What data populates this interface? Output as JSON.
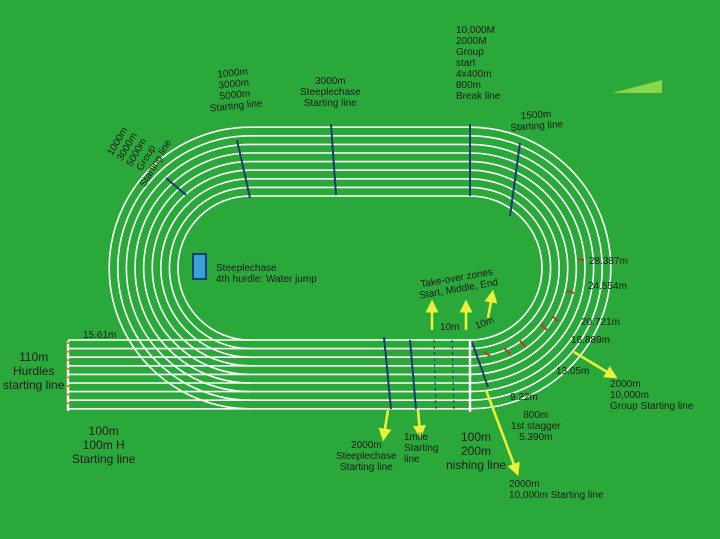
{
  "labels": {
    "group_start_left": "1000m\n3000m\n5000m\nGroup\nStarting line",
    "start_1000_3000_5000": "1000m\n3000m\n5000m\nStarting line",
    "steeple_3000_start": "3000m\nSteeplechase\nStarting line",
    "start_10000_2000": "10,000M\n2000M\nGroup\nstart\n4x400m\n800m\nBreak line",
    "start_1500": "1500m\nStarting line",
    "water_jump": "Steeplechase\n4th hurdle: Water jump",
    "takeover_zones": "Take-over zones\nStart, Middle, End",
    "zone_10m_a": "10m",
    "zone_10m_b": "10m",
    "hurdles_110": "110m\nHurdles\nstarting line",
    "dist_15_61": "15.61m",
    "start_100": "100m\n100m H\nStarting line",
    "steeple_2000_start": "2000m\nSteeplechase\nStarting line",
    "mile_start": "1mile\nStarting\nline",
    "finish_100_200": "100m\n200m\nnishing line",
    "dist_9_22": "9.22m",
    "stagger_800": "800m\n1st stagger\n5.390m",
    "dist_13_05": "13.05m",
    "start_2000_10000_bottom": "2000m\n10,000m Starting line",
    "group_start_right": "2000m\n10,000m\nGroup Starting line",
    "dist_16_889": "16.889m",
    "dist_20_721": "20.721m",
    "dist_24_554": "24.554m",
    "dist_28_387": "28.387m"
  },
  "colors": {
    "background": "#2aa83a",
    "track_lines": "#ffffff",
    "start_lines": "#1e3a6e",
    "arrows": "#e8f23a",
    "stagger_marks": "#c0392b",
    "hurdle_marks": "#d4862a",
    "water_jump": "#3aa0d8"
  }
}
